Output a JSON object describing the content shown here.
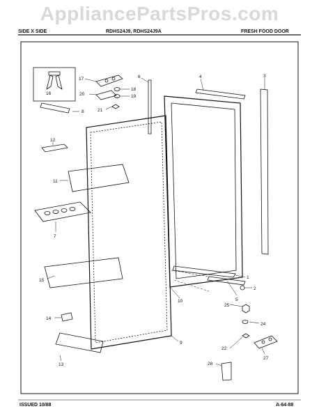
{
  "watermark": "AppliancePartsPros.com",
  "header": {
    "left": "SIDE X SIDE",
    "center": "RDHS24J9, RDHS24J9A",
    "right": "FRESH FOOD DOOR"
  },
  "footer": {
    "left": "ISSUED 10/88",
    "right": "A-64-88"
  },
  "callouts": [
    "1",
    "2",
    "3",
    "4",
    "5",
    "6",
    "7",
    "8",
    "9",
    "10",
    "11",
    "12",
    "13",
    "14",
    "15",
    "16",
    "17",
    "18",
    "19",
    "20",
    "21",
    "22",
    "24",
    "25",
    "27",
    "28"
  ]
}
